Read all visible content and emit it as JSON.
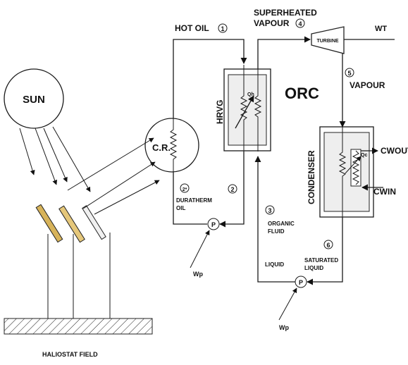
{
  "labels": {
    "sun": "SUN",
    "cr": "C.R.",
    "hot_oil": "HOT OIL",
    "superheated_1": "SUPERHEATED",
    "superheated_2": "VAPOUR",
    "turbine": "TURBINE",
    "wt": "WT",
    "vapour": "VAPOUR",
    "orc": "ORC",
    "hrvg": "HRVG",
    "condenser": "CONDENSER",
    "cw_out": "CWOUT",
    "cw_in": "CWIN",
    "duratherm_1": "DURATHERM",
    "duratherm_2": "OIL",
    "organic_1": "ORGANIC",
    "organic_2": "FLUID",
    "liquid": "LIQUID",
    "saturated_1": "SATURATED",
    "saturated_2": "LIQUID",
    "wp_left": "Wp",
    "wp_right": "Wp",
    "pump_left": "P",
    "pump_right": "P",
    "qh": "Qh",
    "qc": "Qc",
    "heliostat_field": "HALIOSTAT FIELD"
  },
  "states": {
    "s1": "1",
    "s2": "2",
    "s2p": "2*",
    "s3": "3",
    "s4": "4",
    "s5": "5",
    "s6": "6"
  }
}
